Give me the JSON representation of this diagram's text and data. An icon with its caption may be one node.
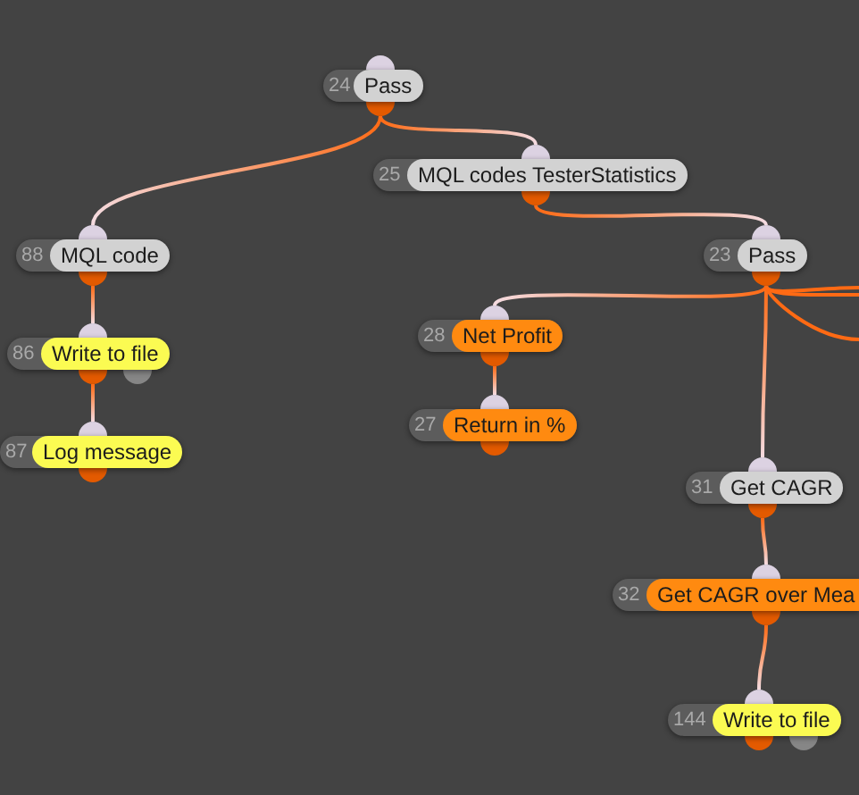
{
  "diagram": {
    "nodes": [
      {
        "text": [
          "24",
          "Pass"
        ]
      },
      {
        "text": [
          "25",
          "MQL codes TesterStatistics"
        ]
      },
      {
        "text": [
          "88",
          "MQL code"
        ]
      },
      {
        "text": [
          "23",
          "Pass"
        ]
      },
      {
        "text": [
          "28",
          "Net Profit"
        ]
      },
      {
        "text": [
          "86",
          "Write to file"
        ]
      },
      {
        "text": [
          "27",
          "Return in %"
        ]
      },
      {
        "text": [
          "87",
          "Log message"
        ]
      },
      {
        "text": [
          "31",
          "Get CAGR"
        ]
      },
      {
        "text": [
          "32",
          "Get CAGR over Mea"
        ]
      },
      {
        "text": [
          "144",
          "Write to file"
        ]
      }
    ],
    "edges": [
      {
        "from": 0,
        "to": 2,
        "arrow": "none"
      },
      {
        "from": 0,
        "to": 1,
        "arrow": "none"
      },
      {
        "from": 1,
        "to": 3,
        "arrow": "none"
      },
      {
        "from": 3,
        "to": 4,
        "arrow": "none"
      },
      {
        "from": 3,
        "to": 8,
        "arrow": "none"
      },
      {
        "from": 3,
        "to": null,
        "arrow": "none"
      },
      {
        "from": 3,
        "to": null,
        "arrow": "none"
      },
      {
        "from": 3,
        "to": null,
        "arrow": "none"
      },
      {
        "from": 2,
        "to": 5,
        "arrow": "none"
      },
      {
        "from": 5,
        "to": 7,
        "arrow": "none"
      },
      {
        "from": 4,
        "to": 6,
        "arrow": "none"
      },
      {
        "from": 8,
        "to": 9,
        "arrow": "none"
      },
      {
        "from": 9,
        "to": 10,
        "arrow": "none"
      }
    ]
  }
}
